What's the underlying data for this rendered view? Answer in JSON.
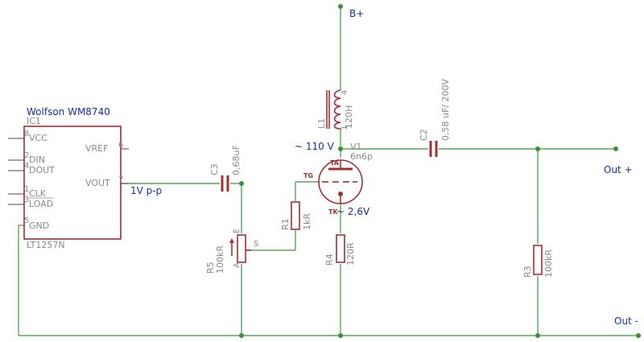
{
  "ic": {
    "maker": "Wolfson WM8740",
    "ref": "IC1",
    "value": "LT1257N",
    "pins_left": [
      {
        "num": "8",
        "name": "VCC"
      },
      {
        "num": "2",
        "name": "DIN"
      },
      {
        "num": "4",
        "name": "DOUT"
      },
      {
        "num": "1",
        "name": "CLK"
      },
      {
        "num": "3",
        "name": "LOAD"
      },
      {
        "num": "5",
        "name": "GND"
      }
    ],
    "pins_right": [
      {
        "num": "6",
        "name": "VREF"
      },
      {
        "num": "7",
        "name": "VOUT"
      }
    ]
  },
  "signal_label": "1V p-p",
  "parts": {
    "c3": {
      "ref": "C3",
      "value": "0,68uF"
    },
    "r5": {
      "ref": "R5",
      "value": "100kR",
      "pin_e": "E",
      "pin_a": "A",
      "pin_s": "S"
    },
    "r1": {
      "ref": "R1",
      "value": "1kR"
    },
    "r4": {
      "ref": "R4",
      "value": "120R"
    },
    "l1": {
      "ref": "L1",
      "value": "120H",
      "pin_top": "4",
      "pin_bot": "1"
    },
    "v1": {
      "ref": "V1",
      "value": "6n6p",
      "pin_ta": "TA",
      "pin_tg": "TG",
      "pin_tk": "TK"
    },
    "c2": {
      "ref": "C2",
      "value": "0,58 uF/ 200V"
    },
    "r3": {
      "ref": "R3",
      "value": "100kR"
    }
  },
  "nets": {
    "supply": "B+",
    "out_plus": "Out +",
    "out_minus": "Out -"
  },
  "annotations": {
    "anode_voltage": "~ 110 V",
    "cathode_voltage": "~ 2,6V"
  },
  "colors": {
    "wire": "#5aa55a",
    "part": "#a03030",
    "label_blue": "#1a2fa0",
    "label_gray": "#8a8a8a"
  }
}
